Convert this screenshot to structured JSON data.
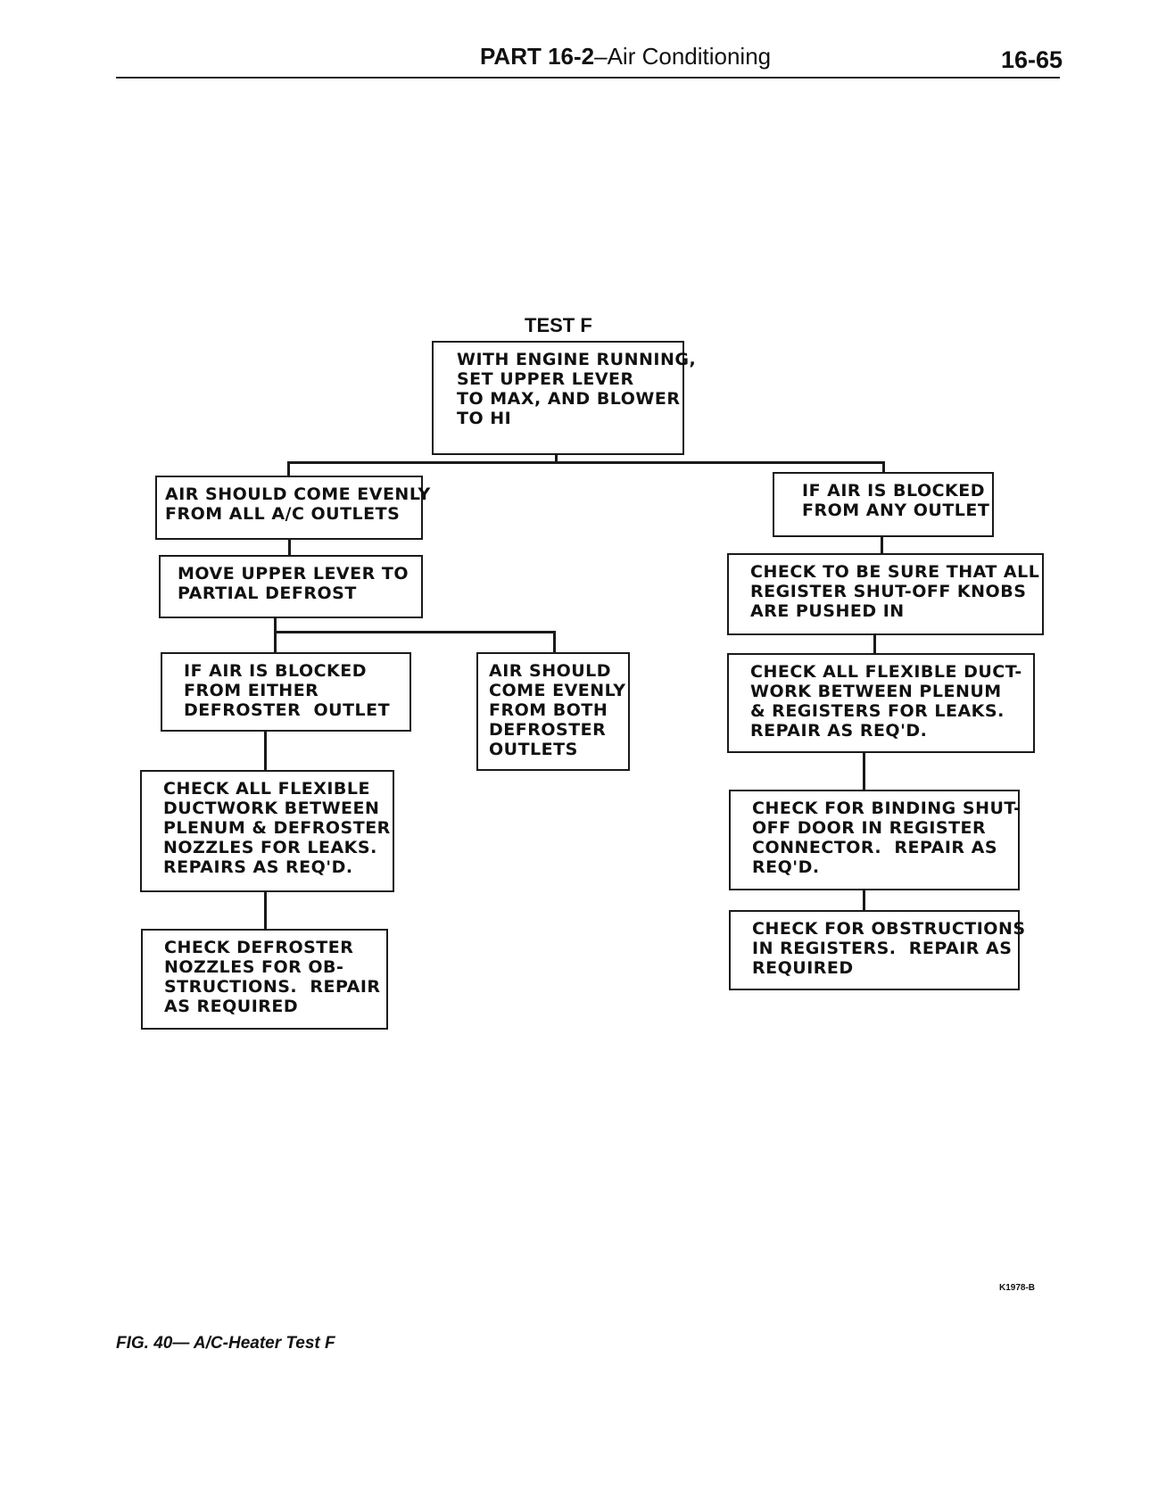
{
  "header": {
    "part": "PART 16-2",
    "section": "Air Conditioning",
    "page": "16-65"
  },
  "test_title": "TEST F",
  "boxes": {
    "start": [
      "WITH ENGINE RUNNING,",
      "SET UPPER LEVER",
      "TO MAX, AND BLOWER",
      "TO HI"
    ],
    "even": [
      "AIR SHOULD COME EVENLY",
      "FROM ALL A/C OUTLETS"
    ],
    "move": [
      "MOVE UPPER LEVER TO",
      "PARTIAL DEFROST"
    ],
    "defrost_blocked": [
      "IF AIR IS BLOCKED",
      "FROM EITHER",
      "DEFROSTER  OUTLET"
    ],
    "defrost_even": [
      "AIR SHOULD",
      "COME EVENLY",
      "FROM BOTH",
      "DEFROSTER",
      "OUTLETS"
    ],
    "check_ductwork_defrost": [
      "CHECK ALL FLEXIBLE",
      "DUCTWORK BETWEEN",
      "PLENUM & DEFROSTER",
      "NOZZLES FOR LEAKS.",
      "REPAIRS AS REQ'D."
    ],
    "check_nozzles": [
      "CHECK DEFROSTER",
      "NOZZLES FOR OB-",
      "STRUCTIONS.  REPAIR",
      "AS REQUIRED"
    ],
    "blocked_any": [
      "IF AIR IS BLOCKED",
      "FROM ANY OUTLET"
    ],
    "check_knobs": [
      "CHECK TO BE SURE THAT ALL",
      "REGISTER SHUT-OFF KNOBS",
      "ARE PUSHED IN"
    ],
    "check_ductwork_plenum": [
      "CHECK ALL FLEXIBLE DUCT-",
      "WORK BETWEEN PLENUM",
      "& REGISTERS FOR LEAKS.",
      "REPAIR AS REQ'D."
    ],
    "check_binding": [
      "CHECK FOR BINDING SHUT-",
      "OFF DOOR IN REGISTER",
      "CONNECTOR.  REPAIR AS",
      "REQ'D."
    ],
    "check_obstructions": [
      "CHECK FOR OBSTRUCTIONS",
      "IN REGISTERS.  REPAIR AS",
      "REQUIRED"
    ]
  },
  "figure_code": "K1978-B",
  "caption": "FIG. 40— A/C-Heater Test F"
}
